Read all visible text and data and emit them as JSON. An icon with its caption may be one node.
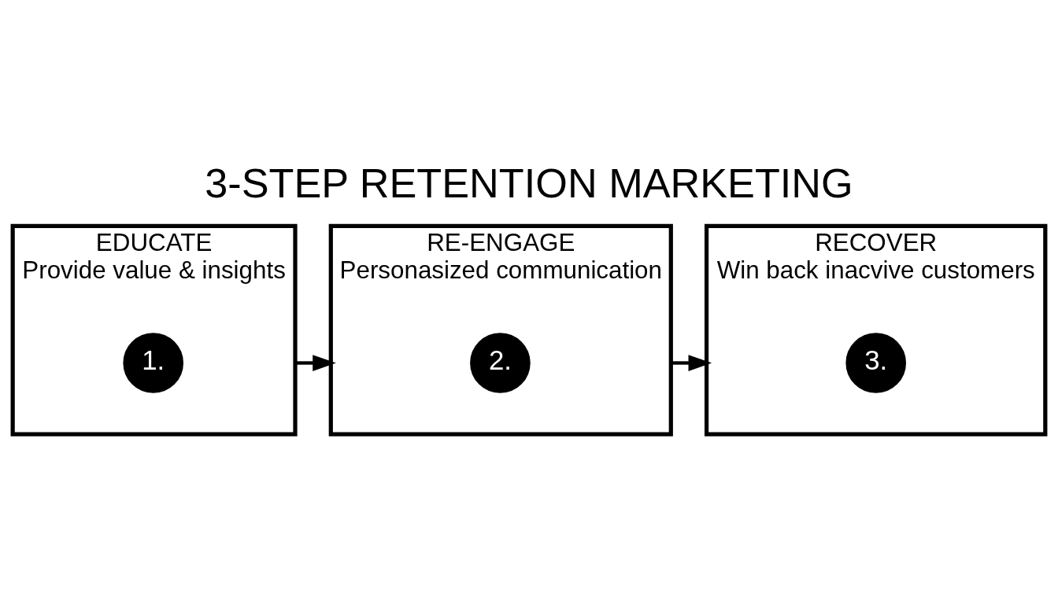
{
  "diagram": {
    "title": "3-STEP RETENTION MARKETING",
    "nodes": [
      {
        "text": [
          "EDUCATE",
          "Provide value & insights"
        ]
      },
      {
        "text": [
          "1."
        ],
        "in": 0
      },
      {
        "text": [
          "RE-ENGAGE",
          "Personasized communication"
        ]
      },
      {
        "text": [
          "2."
        ],
        "in": 2
      },
      {
        "text": [
          "RECOVER",
          "Win back inacvive customers"
        ]
      },
      {
        "text": [
          "3."
        ],
        "in": 4
      }
    ],
    "edges": [
      {
        "from": 0,
        "to": 2,
        "arrow": "to"
      },
      {
        "from": 2,
        "to": 4,
        "arrow": "to"
      }
    ]
  }
}
